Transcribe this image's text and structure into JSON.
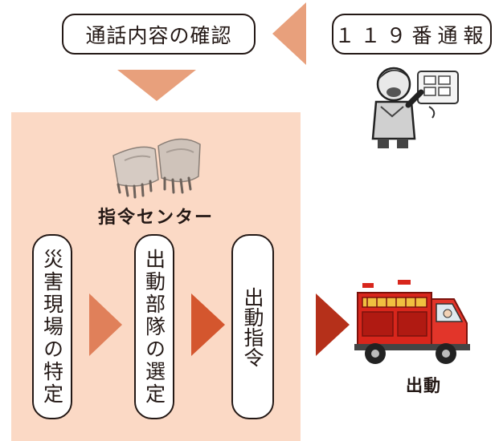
{
  "top": {
    "confirm_label": "通話内容の確認",
    "emergency_call_label": "１１９番通報"
  },
  "center": {
    "label": "指令センター",
    "steps": [
      "災害現場の特定",
      "出動部隊の選定",
      "出動指令"
    ]
  },
  "dispatch": {
    "label": "出動"
  },
  "colors": {
    "panel_bg": "#FBD9C5",
    "arrow_light": "#E8A07C",
    "arrow_mid": "#E0805A",
    "arrow_dark": "#D4562E",
    "arrow_darkest": "#B5301A",
    "truck_red": "#D8261C"
  },
  "icons": [
    "person-calling-illustration",
    "hands-typing-illustration",
    "fire-truck-illustration"
  ]
}
